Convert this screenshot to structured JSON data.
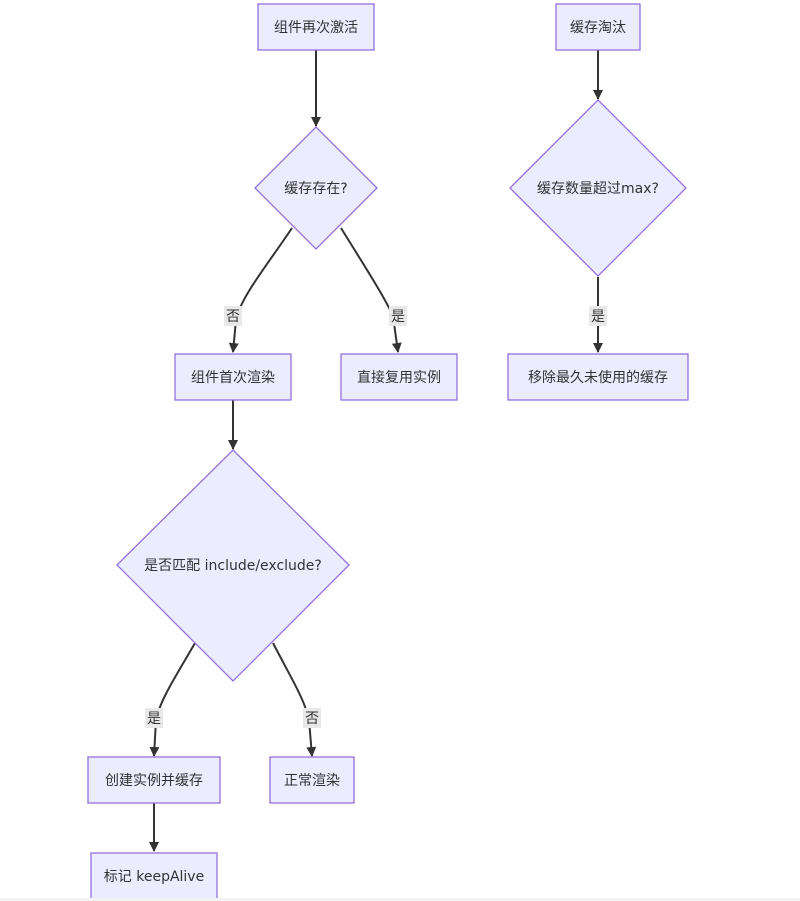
{
  "nodes": {
    "reactivate": "组件再次激活",
    "cache_exists": "缓存存在?",
    "first_render": "组件首次渲染",
    "reuse_instance": "直接复用实例",
    "match_rule": "是否匹配 include/exclude?",
    "create_and_cache": "创建实例并缓存",
    "normal_render": "正常渲染",
    "mark_keepalive": "标记 keepAlive",
    "cache_eviction": "缓存淘汰",
    "exceeds_max": "缓存数量超过max?",
    "remove_lru": "移除最久未使用的缓存"
  },
  "edge_labels": {
    "no_cache": "否",
    "has_cache": "是",
    "matched": "是",
    "not_matched": "否",
    "exceeded": "是"
  },
  "colors": {
    "node_fill": "#ECECFF",
    "node_stroke": "#9370DB",
    "edge": "#333333",
    "label_bg": "#e8e8e8"
  }
}
